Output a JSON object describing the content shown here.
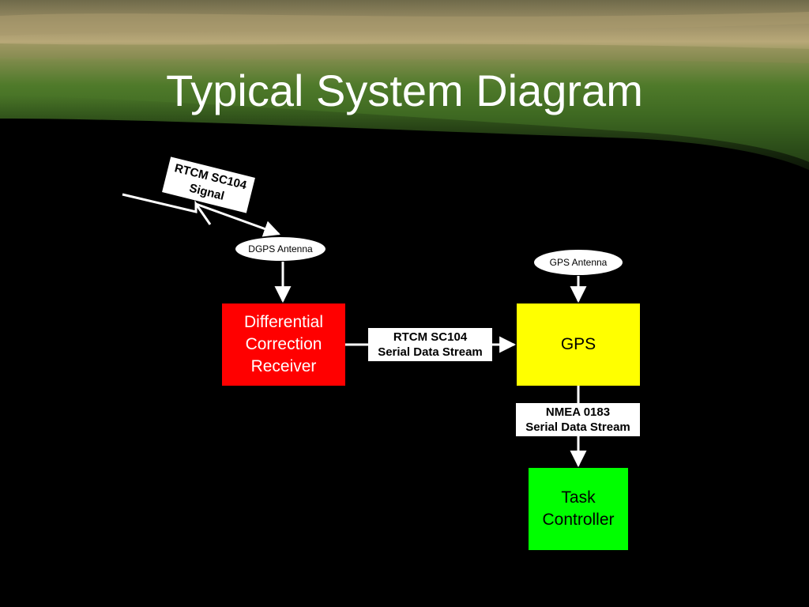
{
  "title": "Typical System Diagram",
  "nodes": {
    "dgps_antenna": "DGPS Antenna",
    "gps_antenna": "GPS Antenna",
    "differential_correction_receiver": "Differential\nCorrection\nReceiver",
    "gps": "GPS",
    "task_controller": "Task\nController"
  },
  "edge_labels": {
    "rtcm_signal": "RTCM SC104\nSignal",
    "rtcm_stream": "RTCM SC104\nSerial Data Stream",
    "nmea_stream": "NMEA 0183\nSerial Data Stream"
  },
  "colors": {
    "receiver": "#ff0000",
    "gps": "#ffff00",
    "task_controller": "#00ff00",
    "background": "#000000",
    "lines": "#ffffff"
  }
}
